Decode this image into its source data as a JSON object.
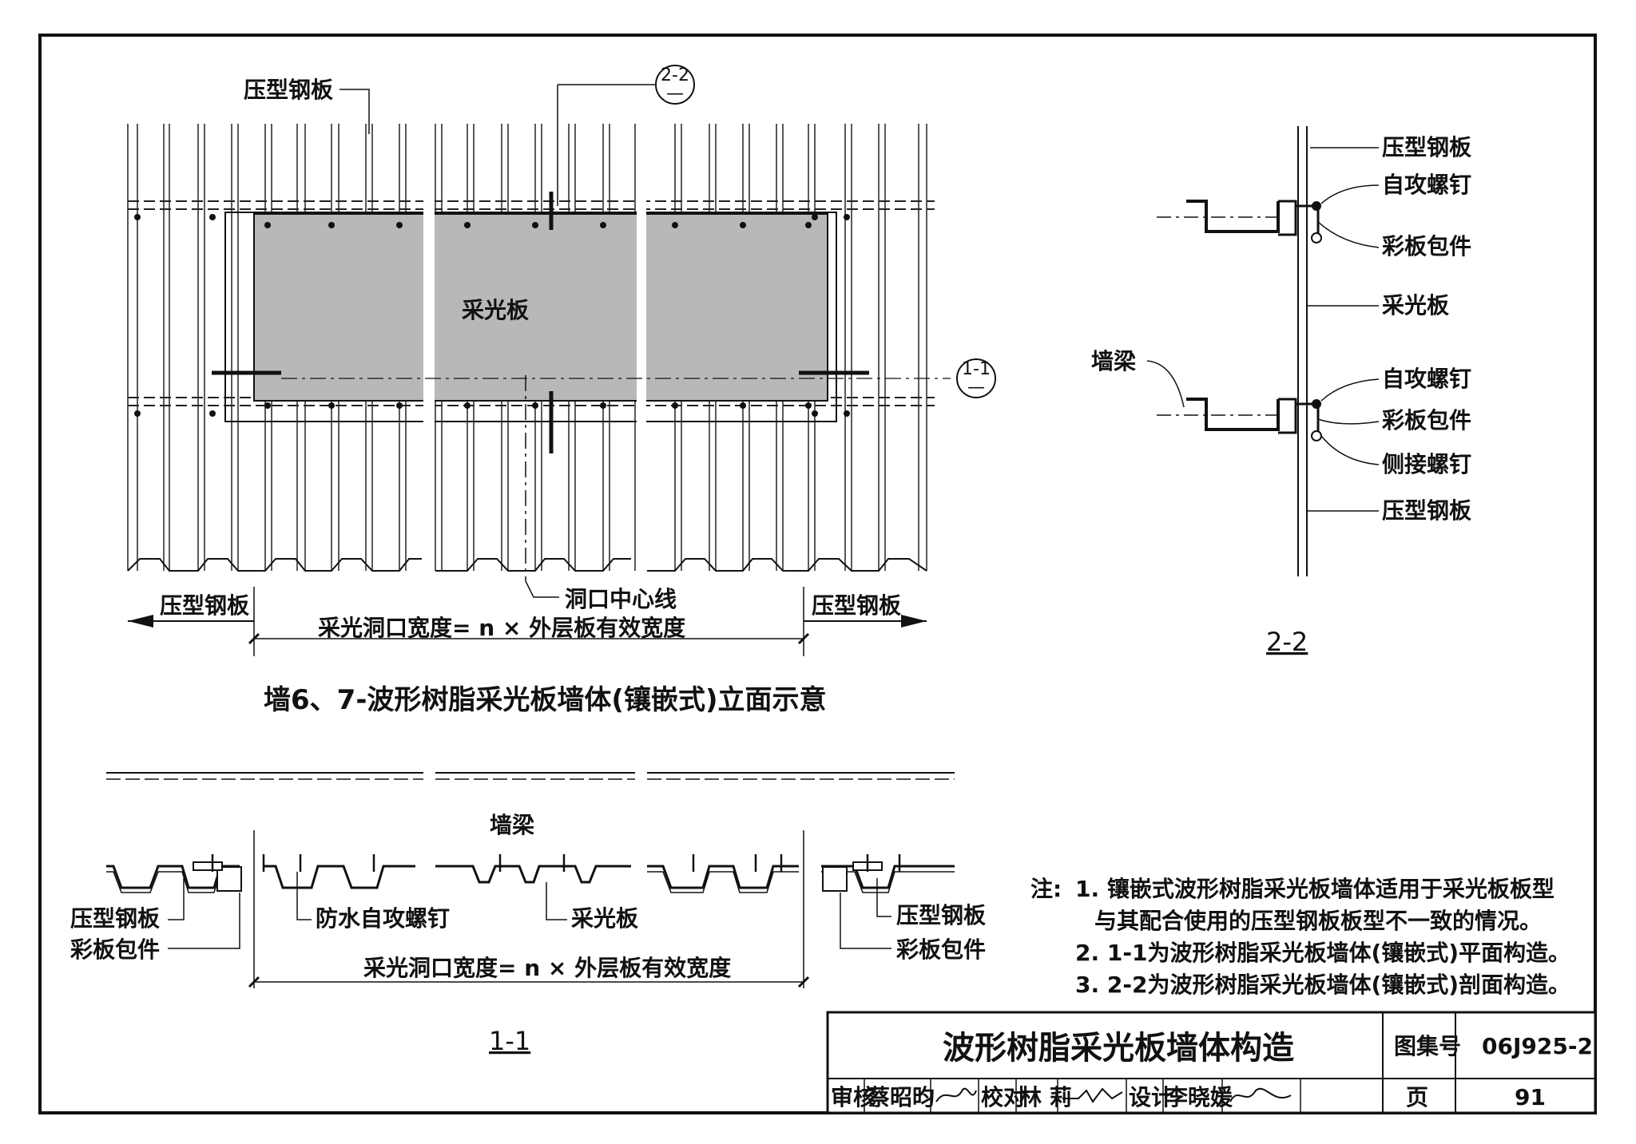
{
  "elevation": {
    "label_top_left": "压型钢板",
    "label_center": "采光板",
    "section_2_2_ref": "2-2",
    "section_1_1_ref": "1-1",
    "section_ref_sub": "—",
    "label_bottom_left": "压型钢板",
    "label_bottom_right": "压型钢板",
    "label_center_line": "洞口中心线",
    "dim_text": "采光洞口宽度= n × 外层板有效宽度",
    "caption": "墙6、7-波形树脂采光板墙体(镶嵌式)立面示意"
  },
  "section_2_2": {
    "title": "2-2",
    "label_wall_beam": "墙梁",
    "callouts": [
      "压型钢板",
      "自攻螺钉",
      "彩板包件",
      "采光板",
      "自攻螺钉",
      "彩板包件",
      "侧接螺钉",
      "压型钢板"
    ]
  },
  "section_1_1": {
    "title": "1-1",
    "label_wall_beam": "墙梁",
    "label_left_1": "压型钢板",
    "label_left_2": "彩板包件",
    "label_screw": "防水自攻螺钉",
    "label_panel": "采光板",
    "label_right_1": "压型钢板",
    "label_right_2": "彩板包件",
    "dim_text": "采光洞口宽度= n × 外层板有效宽度"
  },
  "notes": {
    "prefix": "注:",
    "lines": [
      "1. 镶嵌式波形树脂采光板墙体适用于采光板板型",
      "与其配合使用的压型钢板板型不一致的情况。",
      "2. 1-1为波形树脂采光板墙体(镶嵌式)平面构造。",
      "3. 2-2为波形树脂采光板墙体(镶嵌式)剖面构造。"
    ]
  },
  "title_block": {
    "title": "波形树脂采光板墙体构造",
    "atlas_label": "图集号",
    "atlas_no": "06J925-2",
    "review_label": "审核",
    "review_name": "蔡昭昀",
    "check_label": "校对",
    "check_name": "林  莉",
    "design_label": "设计",
    "design_name": "李晓媛",
    "page_label": "页",
    "page_no": "91"
  }
}
